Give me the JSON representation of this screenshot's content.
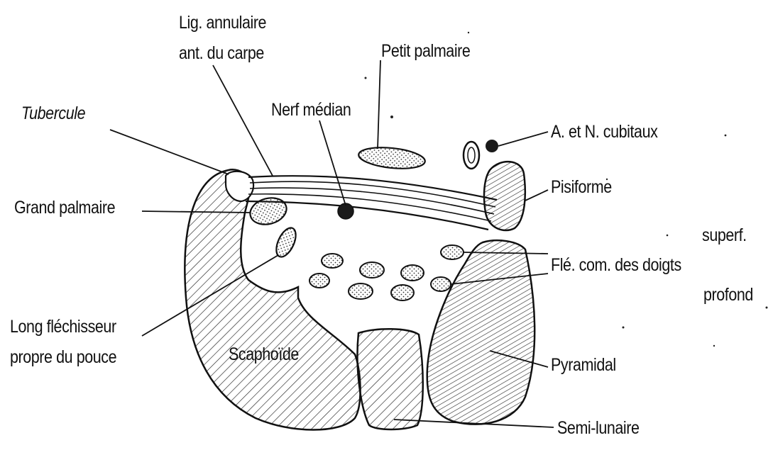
{
  "colors": {
    "ink": "#111111",
    "paper": "#ffffff",
    "nerve_fill": "#1a1a1a"
  },
  "labels": {
    "lig_annulaire_line1": "Lig. annulaire",
    "lig_annulaire_line2": "ant. du carpe",
    "petit_palmaire": "Petit palmaire",
    "tubercule": "Tubercule",
    "nerf_median": "Nerf médian",
    "cubitaux": "A. et N. cubitaux",
    "pisiforme": "Pisiforme",
    "grand_palmaire": "Grand palmaire",
    "superf": "superf.",
    "flechisseurs": "Flé. com. des doigts",
    "profond": "profond",
    "long_flechisseur_line1": "Long fléchisseur",
    "long_flechisseur_line2": "propre du pouce",
    "scaphoide": "Scaphoïde",
    "pyramidal": "Pyramidal",
    "semi_lunaire": "Semi-lunaire"
  }
}
